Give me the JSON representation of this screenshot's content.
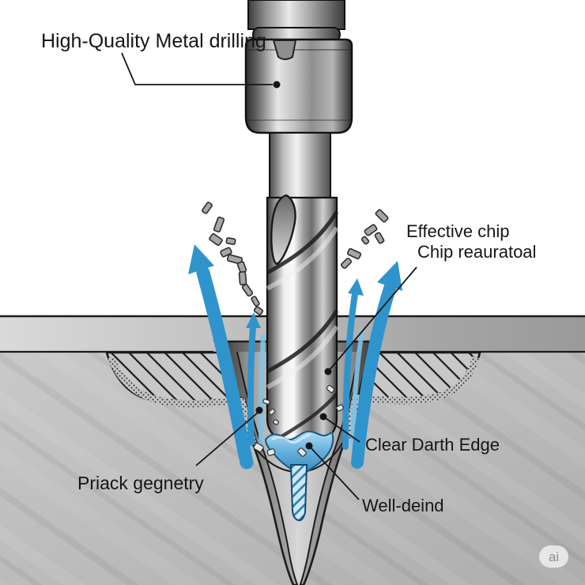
{
  "labels": {
    "title": "High-Quality Metal drilling",
    "effective_chip_line1": "Effective chip",
    "effective_chip_line2": "Chip reauratoal",
    "clear_edge": "Clear Darth Edge",
    "geometry": "Priack gegnetry",
    "well_defined": "Well-deind",
    "watermark": "ai"
  },
  "colors": {
    "arrow-blue": "#3094cc",
    "stream-blue": "#7fc3e6",
    "pool-blue": "#4aa0d2",
    "pilot-blue": "#cde7f5",
    "label-ink": "#161616",
    "metal-face": "#bdbdbd",
    "plate-band": "#c2c2c2",
    "outline-ink": "#1a1a1a"
  }
}
